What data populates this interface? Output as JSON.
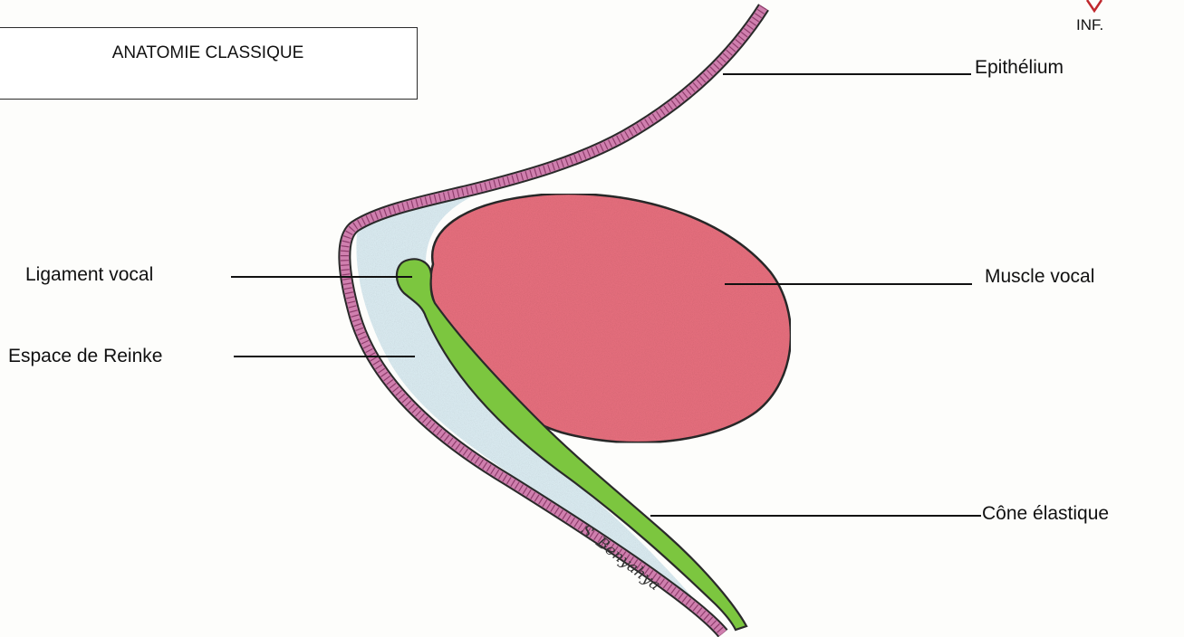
{
  "title": "ANATOMIE CLASSIQUE",
  "orientation": {
    "label": "INF.",
    "arrow_color": "#c0282d"
  },
  "labels": {
    "epithelium": "Epithélium",
    "ligament": "Ligament vocal",
    "muscle": "Muscle vocal",
    "reinke": "Espace de Reinke",
    "cone": "Cône élastique"
  },
  "signature": "S. Benyahya",
  "colors": {
    "muscle": "#e9707f",
    "ligament": "#7cc63f",
    "reinke_space": "#ddeef4",
    "epithelium": "#cf7fae",
    "outline": "#2a2a2a"
  }
}
